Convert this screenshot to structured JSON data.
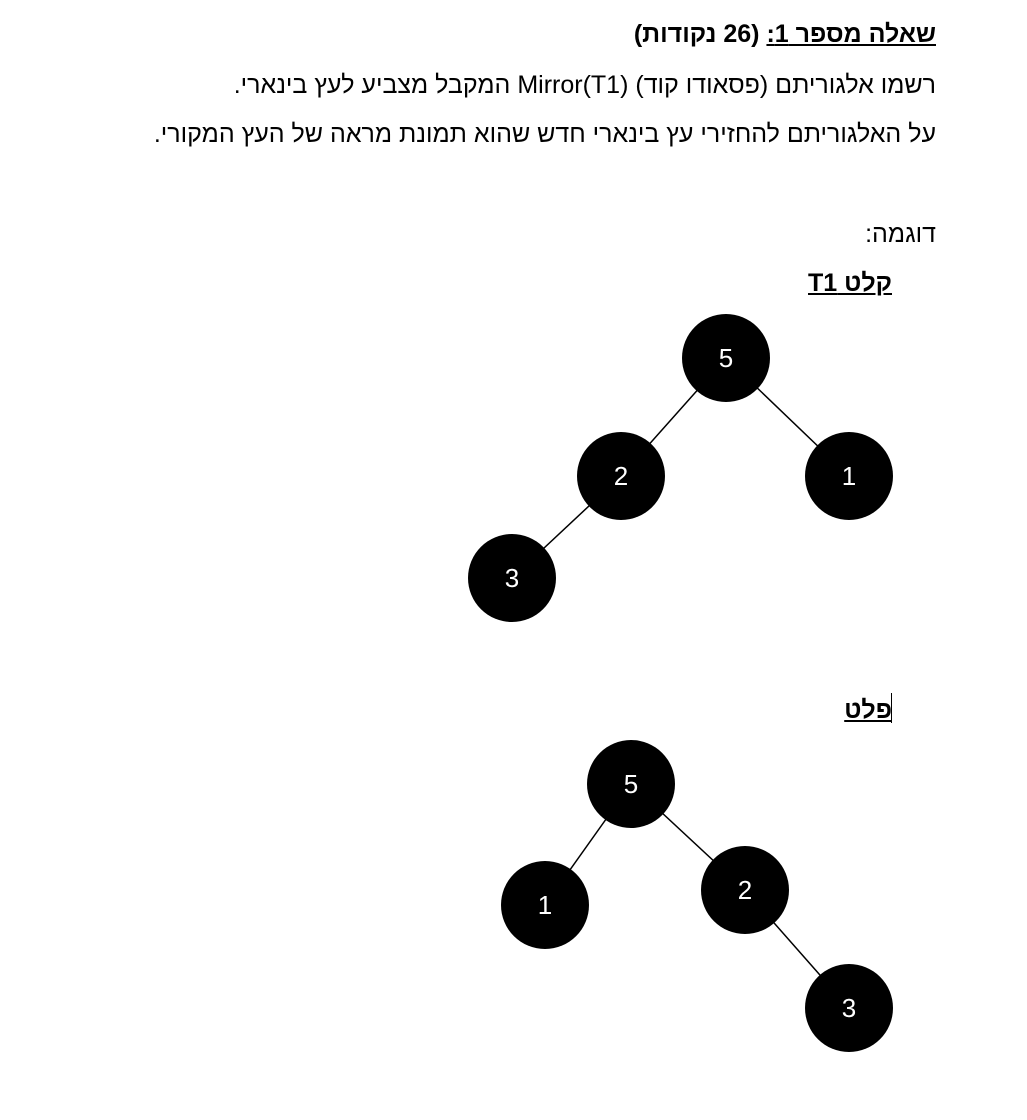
{
  "question": {
    "number_label": "שאלה מספר 1:",
    "points": "(26 נקודות)",
    "line1_pre": "רשמו אלגוריתם (פסאודו קוד) ",
    "line1_func": "Mirror(T1)",
    "line1_post": " המקבל מצביע לעץ בינארי.",
    "line2": "על האלגוריתם להחזירי עץ בינארי חדש שהוא תמונת מראה של העץ המקורי.",
    "example_label": "דוגמה:"
  },
  "input_tree": {
    "label": "קלט T1",
    "nodes": [
      {
        "id": "root",
        "value": "5"
      },
      {
        "id": "left",
        "value": "2"
      },
      {
        "id": "right",
        "value": "1"
      },
      {
        "id": "left-left",
        "value": "3"
      }
    ]
  },
  "output_tree": {
    "label": "פלט",
    "nodes": [
      {
        "id": "root",
        "value": "5"
      },
      {
        "id": "left",
        "value": "1"
      },
      {
        "id": "right",
        "value": "2"
      },
      {
        "id": "right-right",
        "value": "3"
      }
    ]
  },
  "colors": {
    "node_fill": "#000000",
    "node_text": "#ffffff",
    "edge": "#000000"
  }
}
